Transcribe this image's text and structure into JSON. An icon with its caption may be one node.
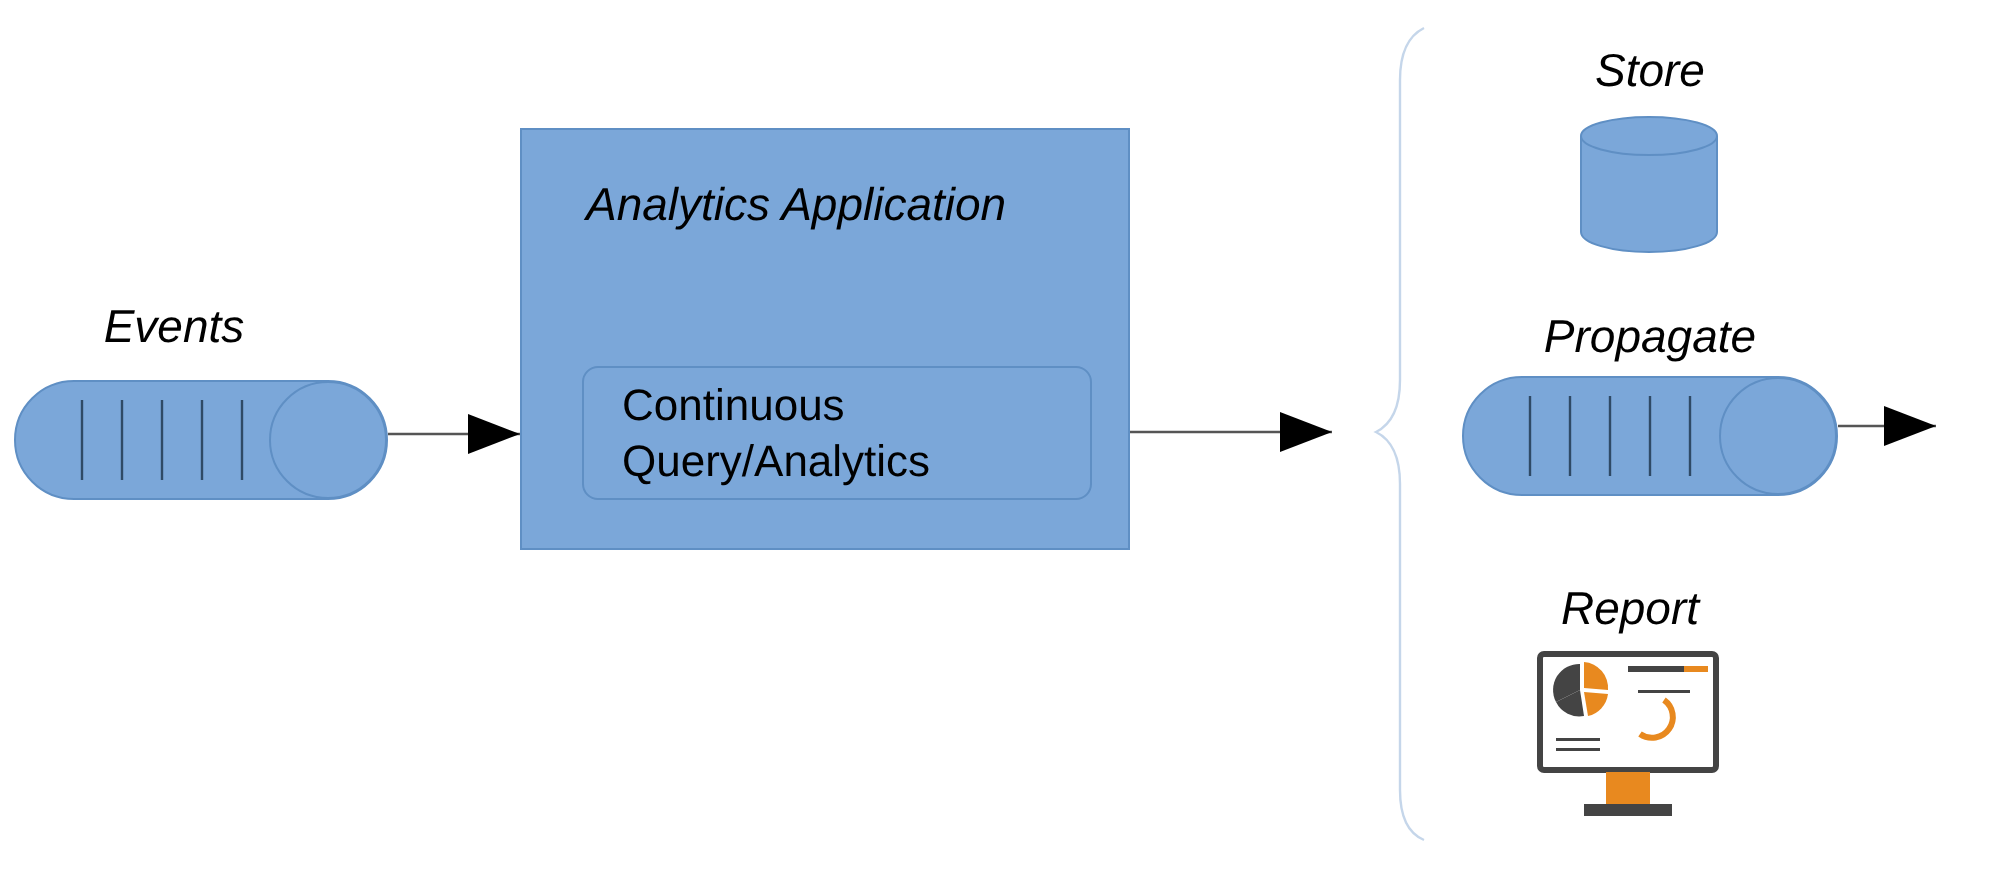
{
  "diagram": {
    "nodes": [
      {
        "text": [
          "Events"
        ]
      },
      {
        "text": [
          "Analytics Application"
        ]
      },
      {
        "text": [
          "Continuous Query/Analytics"
        ],
        "in": 1
      },
      {
        "text": [],
        "shape": "brace"
      },
      {
        "text": [
          "Store"
        ]
      },
      {
        "text": [
          "Propagate"
        ]
      },
      {
        "text": [
          "Report"
        ]
      }
    ],
    "edges": [
      {
        "from": 0,
        "to": 1,
        "arrow": "to"
      },
      {
        "from": 1,
        "to": 3,
        "arrow": "to"
      },
      {
        "from": 5,
        "to": null,
        "arrow": "to"
      }
    ]
  }
}
